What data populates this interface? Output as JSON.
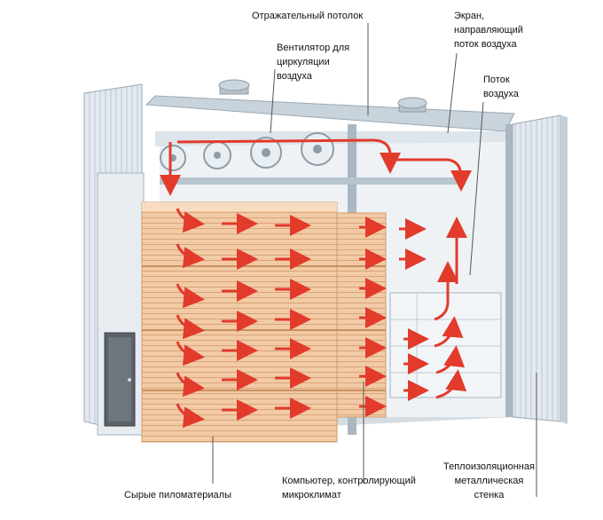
{
  "labels": {
    "reflective_ceiling": "Отражательный потолок",
    "fan": "Вентилятор для\nциркуляции\nвоздуха",
    "screen": "Экран,\nнаправляющий\nпоток воздуха",
    "airflow": "Поток\nвоздуха",
    "raw_lumber": "Сырые пиломатериалы",
    "computer": "Компьютер, контролирующий\nмикроклимат",
    "insulated_wall": "Теплоизоляционная\nметаллическая\nстенка"
  },
  "colors": {
    "arrow": "#e23a2b",
    "lumber": "#f0c7a0",
    "frame": "#aab7c2",
    "wall": "#dfe6ec"
  },
  "icons": [
    "fan-icon",
    "roof-vent-icon",
    "door-icon",
    "airflow-arrow-icon"
  ]
}
